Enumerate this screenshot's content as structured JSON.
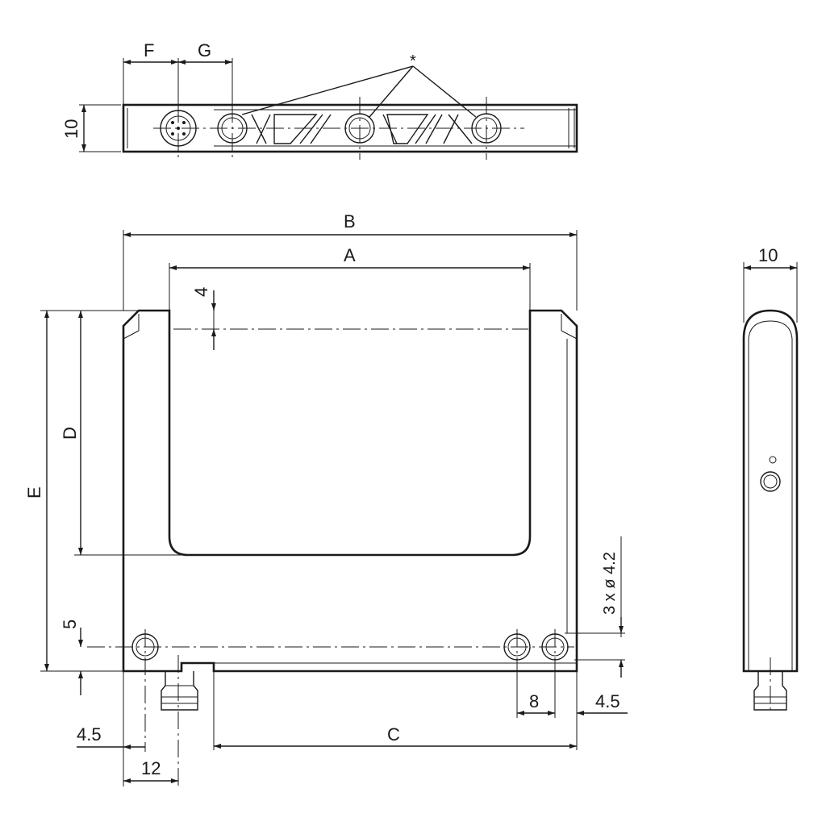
{
  "labels": {
    "F": "F",
    "G": "G",
    "asterisk": "*",
    "top_height": "10",
    "B": "B",
    "A": "A",
    "four": "4",
    "D": "D",
    "E": "E",
    "five": "5",
    "hole_spec": "3 x ø 4.2",
    "eight": "8",
    "four_five_right": "4.5",
    "four_five_left": "4.5",
    "twelve": "12",
    "C": "C",
    "side_width": "10"
  }
}
